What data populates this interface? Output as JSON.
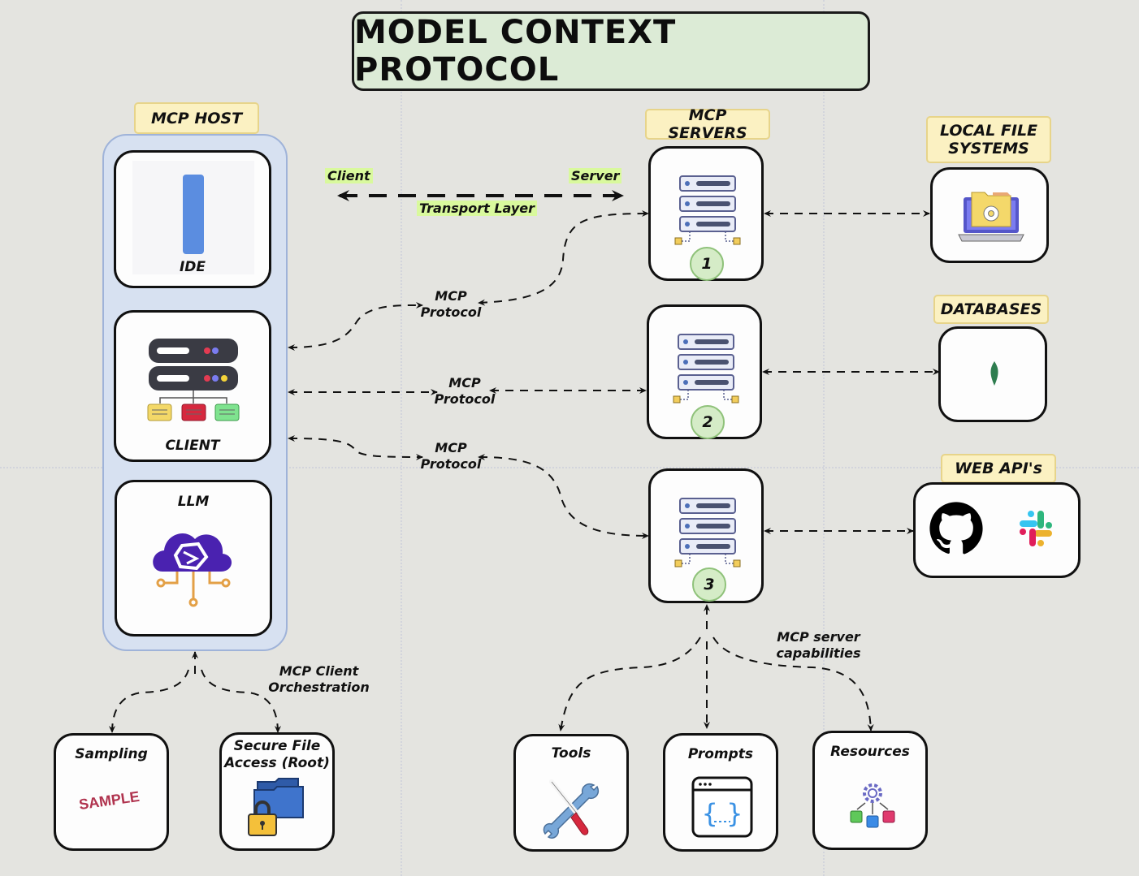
{
  "title": "MODEL CONTEXT PROTOCOL",
  "host": {
    "tag": "MCP HOST",
    "ide": {
      "label": "IDE",
      "icon": "ide-bar-icon"
    },
    "client": {
      "label": "CLIENT",
      "icon": "client-server-tree-icon"
    },
    "llm": {
      "label": "LLM",
      "icon": "ai-cloud-icon"
    }
  },
  "transport": {
    "client_label": "Client",
    "server_label": "Server",
    "layer_label": "Transport Layer"
  },
  "protocol_links": [
    {
      "line1": "MCP",
      "line2": "Protocol",
      "server": "1"
    },
    {
      "line1": "MCP",
      "line2": "Protocol",
      "server": "2"
    },
    {
      "line1": "MCP",
      "line2": "Protocol",
      "server": "3"
    }
  ],
  "servers": {
    "tag": "MCP SERVERS",
    "items": [
      {
        "number": "1",
        "icon": "server-rack-icon"
      },
      {
        "number": "2",
        "icon": "server-rack-icon"
      },
      {
        "number": "3",
        "icon": "server-rack-icon"
      }
    ]
  },
  "resources_right": [
    {
      "tag": "LOCAL FILE SYSTEMS",
      "tag_line1": "LOCAL FILE",
      "tag_line2": "SYSTEMS",
      "icons": [
        "laptop-folder-gear-icon"
      ]
    },
    {
      "tag": "DATABASES",
      "icons": [
        "mongodb-leaf-icon"
      ]
    },
    {
      "tag": "WEB API's",
      "icons": [
        "github-icon",
        "slack-icon"
      ]
    }
  ],
  "client_orchestration": {
    "label_line1": "MCP Client",
    "label_line2": "Orchestration",
    "items": [
      {
        "label": "Sampling",
        "stamp": "SAMPLE",
        "icon": "sample-stamp-icon"
      },
      {
        "label_line1": "Secure File",
        "label_line2": "Access (Root)",
        "icon": "locked-folder-icon"
      }
    ]
  },
  "server_capabilities": {
    "label_line1": "MCP server",
    "label_line2": "capabilities",
    "items": [
      {
        "label": "Tools",
        "icon": "wrench-screwdriver-icon"
      },
      {
        "label": "Prompts",
        "icon": "code-window-icon"
      },
      {
        "label": "Resources",
        "icon": "gear-cubes-icon"
      }
    ]
  },
  "colors": {
    "title_bg": "#dcebd6",
    "tag_bg": "#fbf1c2",
    "host_bg": "#d7e1f1",
    "highlight": "#d9f99d",
    "badge_bg": "#d5ecc7"
  }
}
